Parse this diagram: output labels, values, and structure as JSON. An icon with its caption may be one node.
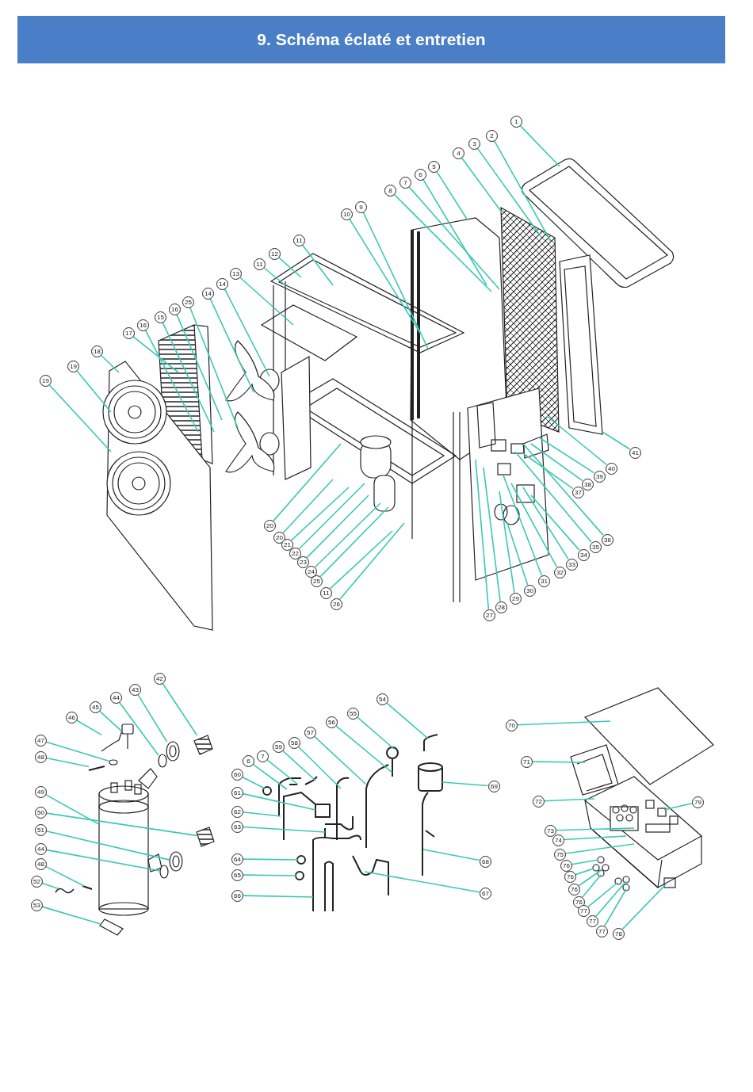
{
  "diagram": {
    "title": "9. Schéma éclaté et entretien",
    "nodes": [
      {
        "text": [
          "1"
        ]
      },
      {
        "text": [
          "2"
        ]
      },
      {
        "text": [
          "3"
        ]
      },
      {
        "text": [
          "4"
        ]
      },
      {
        "text": [
          "5"
        ]
      },
      {
        "text": [
          "6"
        ]
      },
      {
        "text": [
          "7"
        ]
      },
      {
        "text": [
          "8"
        ]
      },
      {
        "text": [
          "9"
        ]
      },
      {
        "text": [
          "10"
        ]
      },
      {
        "text": [
          "11"
        ]
      },
      {
        "text": [
          "12"
        ]
      },
      {
        "text": [
          "11"
        ]
      },
      {
        "text": [
          "13"
        ]
      },
      {
        "text": [
          "14"
        ]
      },
      {
        "text": [
          "14"
        ]
      },
      {
        "text": [
          "25"
        ]
      },
      {
        "text": [
          "16"
        ]
      },
      {
        "text": [
          "15"
        ]
      },
      {
        "text": [
          "16"
        ]
      },
      {
        "text": [
          "17"
        ]
      },
      {
        "text": [
          "18"
        ]
      },
      {
        "text": [
          "19"
        ]
      },
      {
        "text": [
          "19"
        ]
      },
      {
        "text": [
          "20"
        ]
      },
      {
        "text": [
          "20"
        ]
      },
      {
        "text": [
          "21"
        ]
      },
      {
        "text": [
          "22"
        ]
      },
      {
        "text": [
          "23"
        ]
      },
      {
        "text": [
          "24"
        ]
      },
      {
        "text": [
          "25"
        ]
      },
      {
        "text": [
          "11"
        ]
      },
      {
        "text": [
          "26"
        ]
      },
      {
        "text": [
          "27"
        ]
      },
      {
        "text": [
          "28"
        ]
      },
      {
        "text": [
          "29"
        ]
      },
      {
        "text": [
          "30"
        ]
      },
      {
        "text": [
          "31"
        ]
      },
      {
        "text": [
          "32"
        ]
      },
      {
        "text": [
          "33"
        ]
      },
      {
        "text": [
          "34"
        ]
      },
      {
        "text": [
          "35"
        ]
      },
      {
        "text": [
          "36"
        ]
      },
      {
        "text": [
          "37"
        ]
      },
      {
        "text": [
          "38"
        ]
      },
      {
        "text": [
          "39"
        ]
      },
      {
        "text": [
          "40"
        ]
      },
      {
        "text": [
          "41"
        ]
      },
      {
        "text": [
          "42"
        ]
      },
      {
        "text": [
          "43"
        ]
      },
      {
        "text": [
          "44"
        ]
      },
      {
        "text": [
          "45"
        ]
      },
      {
        "text": [
          "46"
        ]
      },
      {
        "text": [
          "47"
        ]
      },
      {
        "text": [
          "48"
        ]
      },
      {
        "text": [
          "49"
        ]
      },
      {
        "text": [
          "50"
        ]
      },
      {
        "text": [
          "51"
        ]
      },
      {
        "text": [
          "44"
        ]
      },
      {
        "text": [
          "48"
        ]
      },
      {
        "text": [
          "52"
        ]
      },
      {
        "text": [
          "53"
        ]
      },
      {
        "text": [
          "54"
        ]
      },
      {
        "text": [
          "55"
        ]
      },
      {
        "text": [
          "56"
        ]
      },
      {
        "text": [
          "57"
        ]
      },
      {
        "text": [
          "58"
        ]
      },
      {
        "text": [
          "59"
        ]
      },
      {
        "text": [
          "7"
        ]
      },
      {
        "text": [
          "6"
        ]
      },
      {
        "text": [
          "60"
        ]
      },
      {
        "text": [
          "61"
        ]
      },
      {
        "text": [
          "62"
        ]
      },
      {
        "text": [
          "63"
        ]
      },
      {
        "text": [
          "64"
        ]
      },
      {
        "text": [
          "65"
        ]
      },
      {
        "text": [
          "66"
        ]
      },
      {
        "text": [
          "67"
        ]
      },
      {
        "text": [
          "68"
        ]
      },
      {
        "text": [
          "69"
        ]
      },
      {
        "text": [
          "70"
        ]
      },
      {
        "text": [
          "71"
        ]
      },
      {
        "text": [
          "72"
        ]
      },
      {
        "text": [
          "73"
        ]
      },
      {
        "text": [
          "74"
        ]
      },
      {
        "text": [
          "75"
        ]
      },
      {
        "text": [
          "76"
        ]
      },
      {
        "text": [
          "76"
        ]
      },
      {
        "text": [
          "76"
        ]
      },
      {
        "text": [
          "76"
        ]
      },
      {
        "text": [
          "77"
        ]
      },
      {
        "text": [
          "77"
        ]
      },
      {
        "text": [
          "77"
        ]
      },
      {
        "text": [
          "78"
        ]
      },
      {
        "text": [
          "79"
        ]
      },
      {
        "text": [],
        "shape": "picture"
      },
      {
        "text": [],
        "shape": "picture"
      },
      {
        "text": [],
        "shape": "circle"
      },
      {
        "text": [],
        "shape": "picture"
      },
      {
        "text": [],
        "shape": "picture"
      },
      {
        "text": [],
        "shape": "circle"
      },
      {
        "text": [],
        "shape": "picture"
      },
      {
        "text": [],
        "shape": "cylinder"
      },
      {
        "text": [],
        "shape": "picture"
      },
      {
        "text": [],
        "shape": "picture"
      },
      {
        "text": [],
        "shape": "circle"
      },
      {
        "text": [],
        "shape": "picture"
      },
      {
        "text": [],
        "shape": "picture"
      },
      {
        "text": [],
        "shape": "picture"
      }
    ],
    "edges": [
      {
        "from": 0,
        "to": null,
        "arrow": "none"
      },
      {
        "from": 1,
        "to": null,
        "arrow": "none"
      },
      {
        "from": 2,
        "to": null,
        "arrow": "none"
      },
      {
        "from": 3,
        "to": null,
        "arrow": "none"
      },
      {
        "from": 4,
        "to": null,
        "arrow": "none"
      },
      {
        "from": 5,
        "to": null,
        "arrow": "none"
      },
      {
        "from": 6,
        "to": null,
        "arrow": "none"
      },
      {
        "from": 7,
        "to": null,
        "arrow": "none"
      },
      {
        "from": 8,
        "to": null,
        "arrow": "none"
      },
      {
        "from": 9,
        "to": null,
        "arrow": "none"
      },
      {
        "from": 10,
        "to": null,
        "arrow": "none"
      },
      {
        "from": 11,
        "to": null,
        "arrow": "none"
      },
      {
        "from": 12,
        "to": null,
        "arrow": "none"
      },
      {
        "from": 13,
        "to": null,
        "arrow": "none"
      },
      {
        "from": 14,
        "to": null,
        "arrow": "none"
      },
      {
        "from": 15,
        "to": null,
        "arrow": "none"
      },
      {
        "from": 16,
        "to": null,
        "arrow": "none"
      },
      {
        "from": 17,
        "to": null,
        "arrow": "none"
      },
      {
        "from": 18,
        "to": null,
        "arrow": "none"
      },
      {
        "from": 19,
        "to": null,
        "arrow": "none"
      },
      {
        "from": 20,
        "to": null,
        "arrow": "none"
      },
      {
        "from": 21,
        "to": null,
        "arrow": "none"
      },
      {
        "from": 22,
        "to": null,
        "arrow": "none"
      },
      {
        "from": 23,
        "to": null,
        "arrow": "none"
      },
      {
        "from": 24,
        "to": null,
        "arrow": "none"
      },
      {
        "from": 25,
        "to": null,
        "arrow": "none"
      },
      {
        "from": 26,
        "to": null,
        "arrow": "none"
      },
      {
        "from": 27,
        "to": null,
        "arrow": "none"
      },
      {
        "from": 28,
        "to": null,
        "arrow": "none"
      },
      {
        "from": 29,
        "to": null,
        "arrow": "none"
      },
      {
        "from": 30,
        "to": null,
        "arrow": "none"
      },
      {
        "from": 31,
        "to": null,
        "arrow": "none"
      },
      {
        "from": 32,
        "to": null,
        "arrow": "none"
      },
      {
        "from": 33,
        "to": null,
        "arrow": "none"
      },
      {
        "from": 34,
        "to": null,
        "arrow": "none"
      },
      {
        "from": 35,
        "to": null,
        "arrow": "none"
      },
      {
        "from": 36,
        "to": null,
        "arrow": "none"
      },
      {
        "from": 37,
        "to": null,
        "arrow": "none"
      },
      {
        "from": 38,
        "to": null,
        "arrow": "none"
      },
      {
        "from": 39,
        "to": null,
        "arrow": "none"
      },
      {
        "from": 40,
        "to": null,
        "arrow": "none"
      },
      {
        "from": 41,
        "to": null,
        "arrow": "none"
      },
      {
        "from": 42,
        "to": null,
        "arrow": "none"
      },
      {
        "from": 43,
        "to": null,
        "arrow": "none"
      },
      {
        "from": 44,
        "to": null,
        "arrow": "none"
      },
      {
        "from": 45,
        "to": null,
        "arrow": "none"
      },
      {
        "from": 46,
        "to": null,
        "arrow": "none"
      },
      {
        "from": 47,
        "to": null,
        "arrow": "none"
      },
      {
        "from": 48,
        "to": 95,
        "arrow": "none"
      },
      {
        "from": 49,
        "to": 96,
        "arrow": "none"
      },
      {
        "from": 50,
        "to": 97,
        "arrow": "none"
      },
      {
        "from": 51,
        "to": 98,
        "arrow": "none"
      },
      {
        "from": 52,
        "to": 99,
        "arrow": "none"
      },
      {
        "from": 53,
        "to": 100,
        "arrow": "none"
      },
      {
        "from": 54,
        "to": 101,
        "arrow": "none"
      },
      {
        "from": 55,
        "to": 102,
        "arrow": "none"
      },
      {
        "from": 56,
        "to": 103,
        "arrow": "none"
      },
      {
        "from": 57,
        "to": 104,
        "arrow": "none"
      },
      {
        "from": 58,
        "to": 105,
        "arrow": "none"
      },
      {
        "from": 59,
        "to": 106,
        "arrow": "none"
      },
      {
        "from": 60,
        "to": 107,
        "arrow": "none"
      },
      {
        "from": 61,
        "to": 108,
        "arrow": "none"
      },
      {
        "from": 62,
        "to": null,
        "arrow": "none"
      },
      {
        "from": 63,
        "to": null,
        "arrow": "none"
      },
      {
        "from": 64,
        "to": null,
        "arrow": "none"
      },
      {
        "from": 65,
        "to": null,
        "arrow": "none"
      },
      {
        "from": 66,
        "to": null,
        "arrow": "none"
      },
      {
        "from": 67,
        "to": null,
        "arrow": "none"
      },
      {
        "from": 68,
        "to": null,
        "arrow": "none"
      },
      {
        "from": 69,
        "to": null,
        "arrow": "none"
      },
      {
        "from": 70,
        "to": null,
        "arrow": "none"
      },
      {
        "from": 71,
        "to": null,
        "arrow": "none"
      },
      {
        "from": 72,
        "to": null,
        "arrow": "none"
      },
      {
        "from": 73,
        "to": null,
        "arrow": "none"
      },
      {
        "from": 74,
        "to": null,
        "arrow": "none"
      },
      {
        "from": 75,
        "to": null,
        "arrow": "none"
      },
      {
        "from": 76,
        "to": null,
        "arrow": "none"
      },
      {
        "from": 77,
        "to": null,
        "arrow": "none"
      },
      {
        "from": 78,
        "to": null,
        "arrow": "none"
      },
      {
        "from": 79,
        "to": null,
        "arrow": "none"
      },
      {
        "from": 80,
        "to": null,
        "arrow": "none"
      },
      {
        "from": 81,
        "to": null,
        "arrow": "none"
      },
      {
        "from": 82,
        "to": null,
        "arrow": "none"
      },
      {
        "from": 83,
        "to": null,
        "arrow": "none"
      },
      {
        "from": 84,
        "to": null,
        "arrow": "none"
      },
      {
        "from": 85,
        "to": null,
        "arrow": "none"
      },
      {
        "from": 86,
        "to": null,
        "arrow": "none"
      },
      {
        "from": 87,
        "to": null,
        "arrow": "none"
      },
      {
        "from": 88,
        "to": null,
        "arrow": "none"
      },
      {
        "from": 89,
        "to": null,
        "arrow": "none"
      },
      {
        "from": 90,
        "to": null,
        "arrow": "none"
      },
      {
        "from": 91,
        "to": null,
        "arrow": "none"
      },
      {
        "from": 92,
        "to": null,
        "arrow": "none"
      },
      {
        "from": 93,
        "to": null,
        "arrow": "none"
      },
      {
        "from": 94,
        "to": null,
        "arrow": "none"
      }
    ]
  }
}
